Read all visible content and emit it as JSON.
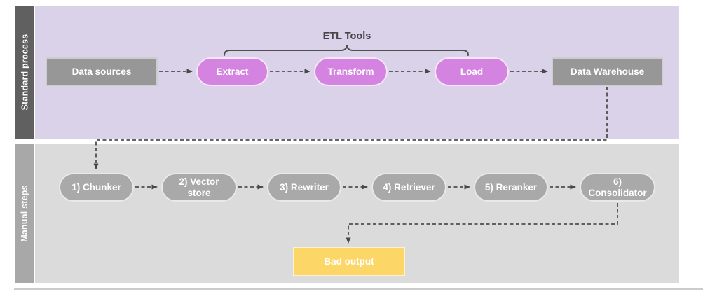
{
  "diagram": {
    "lanes": [
      {
        "label": "Standard process"
      },
      {
        "label": "Manual steps"
      }
    ],
    "etl_group_label": "ETL Tools",
    "nodes": {
      "data_sources": {
        "label": "Data sources"
      },
      "extract": {
        "label": "Extract"
      },
      "transform": {
        "label": "Transform"
      },
      "load": {
        "label": "Load"
      },
      "data_warehouse": {
        "label": "Data Warehouse"
      },
      "chunker": {
        "label": "1) Chunker"
      },
      "vector_store": {
        "label": "2) Vector store"
      },
      "rewriter": {
        "label": "3) Rewriter"
      },
      "retriever": {
        "label": "4) Retriever"
      },
      "reranker": {
        "label": "5) Reranker"
      },
      "consolidator": {
        "label": "6) Consolidator"
      },
      "bad_output": {
        "label": "Bad output"
      }
    },
    "colors": {
      "standard_lane_bg": "#d9d2e9",
      "manual_lane_bg": "#dbdbdb",
      "standard_lane_header": "#606060",
      "manual_lane_header": "#a8a8a8",
      "gray_node": "#979797",
      "gray_pill": "#a9a9a9",
      "purple_pill": "#d484e0",
      "yellow_node": "#fcd667",
      "connector": "#4f4f4f",
      "node_text": "#ffffff"
    }
  }
}
